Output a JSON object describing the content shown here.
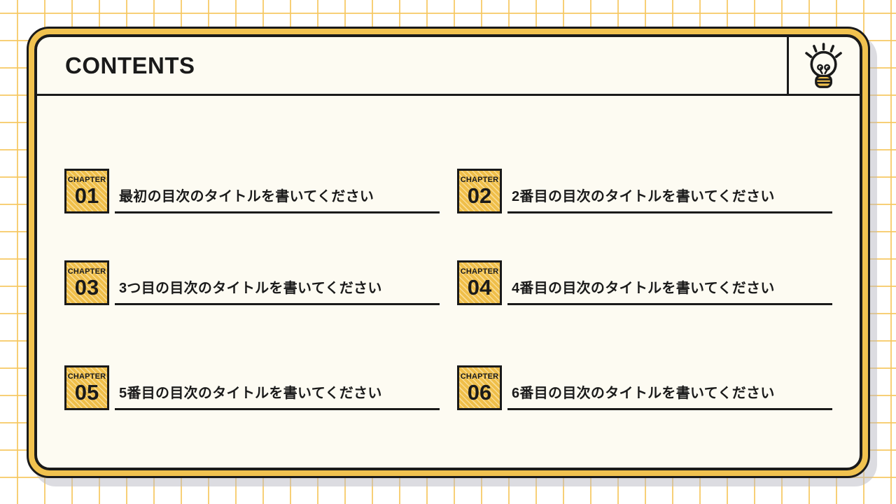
{
  "header": {
    "title": "CONTENTS",
    "icon": "lightbulb-icon"
  },
  "chapters": [
    {
      "badge_label": "CHAPTER",
      "number": "01",
      "title": "最初の目次のタイトルを書いてください"
    },
    {
      "badge_label": "CHAPTER",
      "number": "02",
      "title": "2番目の目次のタイトルを書いてください"
    },
    {
      "badge_label": "CHAPTER",
      "number": "03",
      "title": "3つ目の目次のタイトルを書いてください"
    },
    {
      "badge_label": "CHAPTER",
      "number": "04",
      "title": "4番目の目次のタイトルを書いてください"
    },
    {
      "badge_label": "CHAPTER",
      "number": "05",
      "title": "5番目の目次のタイトルを書いてください"
    },
    {
      "badge_label": "CHAPTER",
      "number": "06",
      "title": "6番目の目次のタイトルを書いてください"
    }
  ],
  "colors": {
    "accent_yellow": "#F1C24F",
    "ink": "#1A1A1A",
    "card_bg": "#FDFBF2",
    "grid_line": "#F6C75F",
    "shadow": "#B9B9C4"
  }
}
